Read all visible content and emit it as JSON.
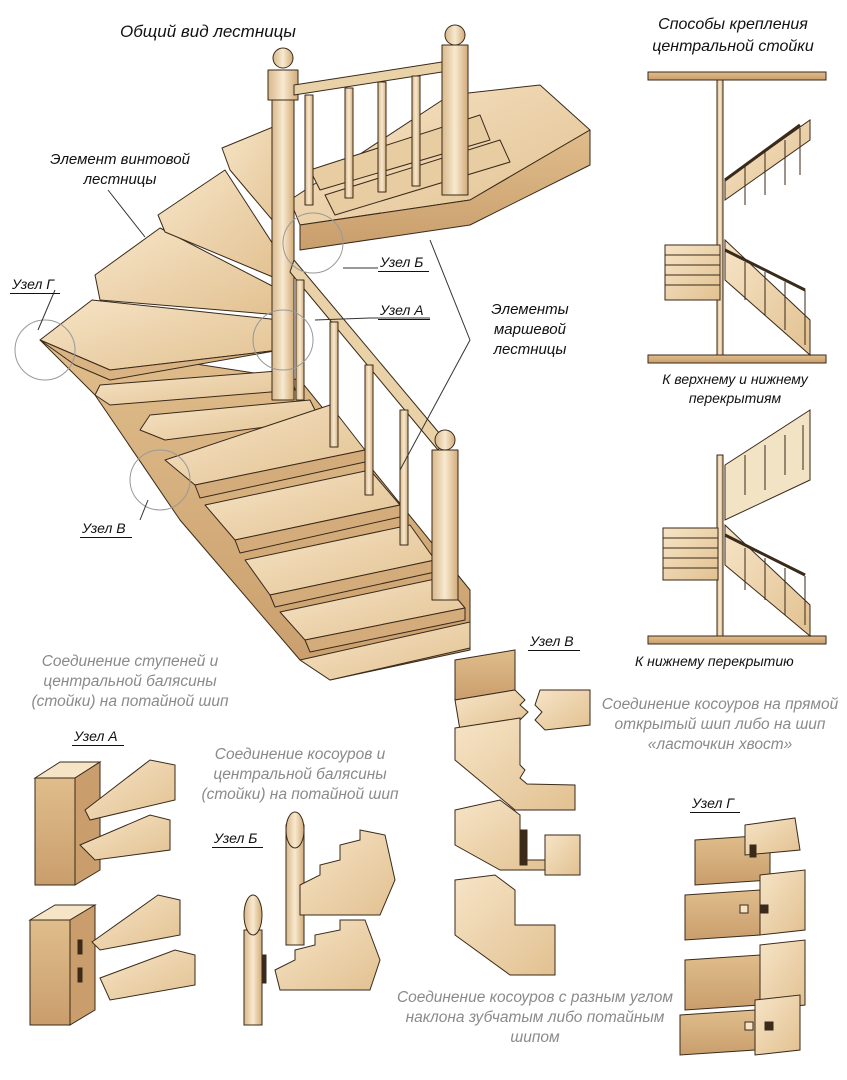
{
  "titles": {
    "general_view": "Общий вид лестницы",
    "mounting_methods": "Способы крепления центральной стойки"
  },
  "labels": {
    "spiral_element": "Элемент винтовой лестницы",
    "march_elements": "Элементы маршевой лестницы",
    "node_g_main": "Узел Г",
    "node_b_main": "Узел Б",
    "node_a_main": "Узел А",
    "node_v_main": "Узел В",
    "node_a_detail": "Узел А",
    "node_b_detail": "Узел Б",
    "node_v_detail": "Узел В",
    "node_g_detail": "Узел Г"
  },
  "captions": {
    "upper_lower": "К верхнему и нижнему перекрытиям",
    "lower_only": "К нижнему перекрытию",
    "steps_joint": "Соединение ступеней и центральной балясины (стойки) на потайной шип",
    "stringers_post_joint": "Соединение косоуров и центральной балясины (стойки) на потайной шип",
    "stringers_angle_joint": "Соединение косоуров с разным углом наклона зубчатым либо потайным шипом",
    "stringers_open_tenon": "Соединение косоуров на прямой открытый шип либо на шип «ласточкин хвост»"
  },
  "colors": {
    "wood_light": "#f3dfbf",
    "wood_mid": "#e6c79c",
    "wood_dark": "#c99e6c",
    "outline": "#3a2a1a"
  }
}
